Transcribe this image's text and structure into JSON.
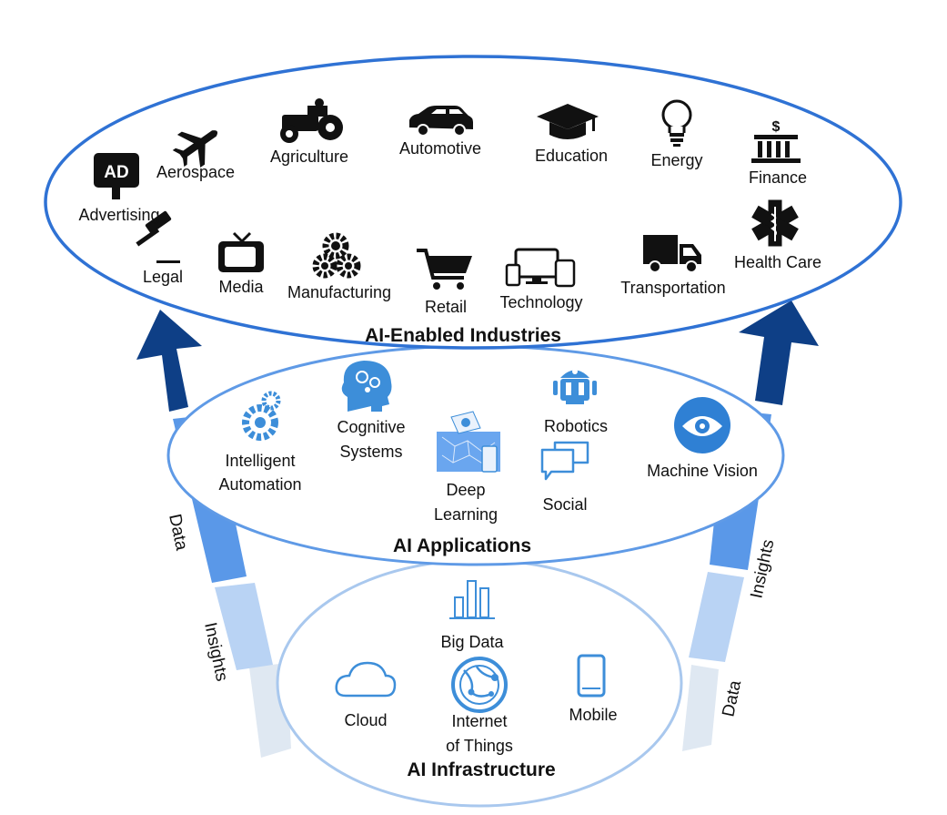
{
  "colors": {
    "ring_dark": "#2f72d4",
    "ring_mid": "#5f9ae6",
    "ring_light": "#a9c8ee",
    "arrow_dark": "#0e3f86",
    "arrow_blue": "#5a98e8",
    "arrow_light": "#b9d3f4",
    "arrow_pale": "#dfe8f2",
    "icon_dark": "#111111",
    "icon_blue": "#3d8ed9"
  },
  "industries": {
    "title": "AI-Enabled Industries",
    "items": [
      {
        "label": "Advertising",
        "icon": "billboard-ad-icon",
        "icon_text": "AD"
      },
      {
        "label": "Aerospace",
        "icon": "airplane-icon"
      },
      {
        "label": "Agriculture",
        "icon": "tractor-icon"
      },
      {
        "label": "Automotive",
        "icon": "car-icon"
      },
      {
        "label": "Education",
        "icon": "graduation-cap-icon"
      },
      {
        "label": "Energy",
        "icon": "lightbulb-icon"
      },
      {
        "label": "Finance",
        "icon": "bank-icon",
        "icon_text": "$"
      },
      {
        "label": "Legal",
        "icon": "gavel-icon"
      },
      {
        "label": "Media",
        "icon": "tv-icon"
      },
      {
        "label": "Manufacturing",
        "icon": "gears-icon"
      },
      {
        "label": "Retail",
        "icon": "shopping-cart-icon"
      },
      {
        "label": "Technology",
        "icon": "devices-icon"
      },
      {
        "label": "Transportation",
        "icon": "truck-icon"
      },
      {
        "label": "Health Care",
        "icon": "star-of-life-icon"
      }
    ]
  },
  "applications": {
    "title": "AI Applications",
    "items": [
      {
        "lines": [
          "Intelligent",
          "Automation"
        ],
        "icon": "gears-icon"
      },
      {
        "lines": [
          "Cognitive",
          "Systems"
        ],
        "icon": "brain-head-icon"
      },
      {
        "lines": [
          "Deep",
          "Learning"
        ],
        "icon": "deep-learning-icon"
      },
      {
        "lines": [
          "Robotics"
        ],
        "icon": "robot-icon"
      },
      {
        "lines": [
          "Social"
        ],
        "icon": "chat-bubbles-icon"
      },
      {
        "lines": [
          "Machine Vision"
        ],
        "icon": "eye-icon"
      }
    ]
  },
  "infrastructure": {
    "title": "AI Infrastructure",
    "items": [
      {
        "lines": [
          "Big Data"
        ],
        "icon": "bar-chart-icon"
      },
      {
        "lines": [
          "Cloud"
        ],
        "icon": "cloud-icon"
      },
      {
        "lines": [
          "Internet",
          "of Things"
        ],
        "icon": "globe-network-icon"
      },
      {
        "lines": [
          "Mobile"
        ],
        "icon": "smartphone-icon"
      }
    ]
  },
  "flows": {
    "left_data": "Data",
    "left_insights": "Insights",
    "right_insights": "Insights",
    "right_data": "Data"
  }
}
